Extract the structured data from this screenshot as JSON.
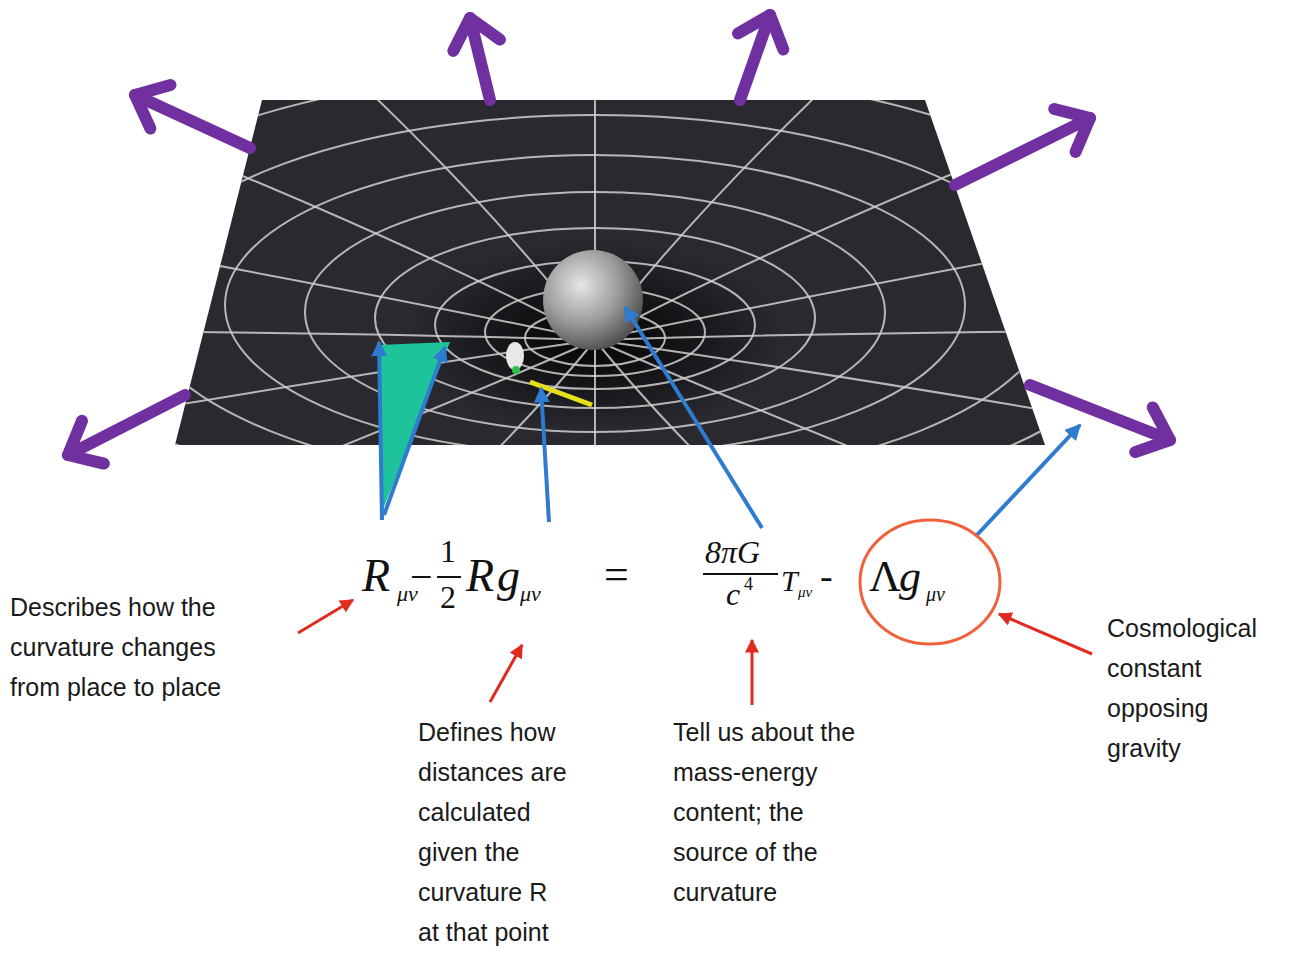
{
  "diagram": {
    "labels": [
      "Describes how the curvature changes from place to place",
      "Defines how distances are calculated given the curvature R at that point",
      "Tell us about the mass-energy content; the source of the curvature",
      "Cosmological constant opposing gravity",
      "R",
      "μν",
      "−",
      "1",
      "2",
      "R",
      "g",
      "μν",
      "=",
      "8πG",
      "c",
      "4",
      "T",
      "μν",
      "-",
      "Λ",
      "g",
      "μν"
    ]
  }
}
